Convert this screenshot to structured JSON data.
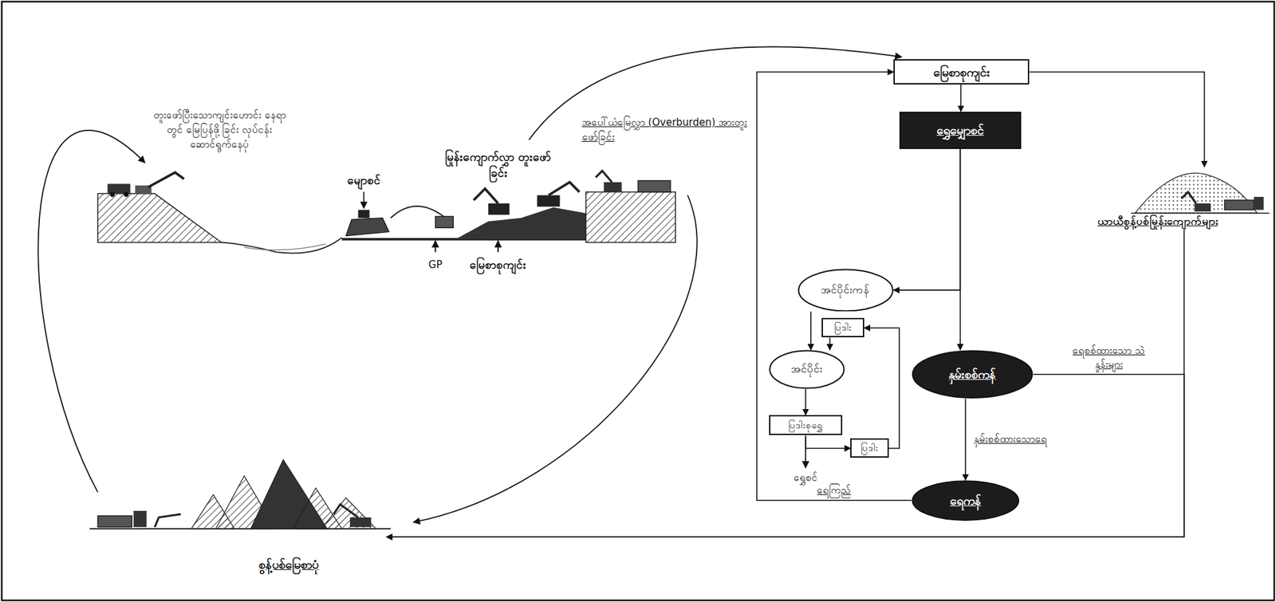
{
  "diagram": {
    "nodes": [
      {
        "text": [
          "မြေစာစုကျင်း"
        ]
      },
      {
        "text": [
          "ရွှေမျှောစင်"
        ]
      },
      {
        "text": [
          "ယာယီစွန့်ပစ်မြုန်းကျောက်များ"
        ]
      },
      {
        "text": [
          "အင်ပိုင်းကန်"
        ]
      },
      {
        "text": [
          "ပြဒါး"
        ]
      },
      {
        "text": [
          "အင်ပိုင်း"
        ]
      },
      {
        "text": [
          "နှမ်းစစ်ကန်"
        ]
      },
      {
        "text": [
          "ပြဒါးစုရွှေ"
        ]
      },
      {
        "text": [
          "ပြဒါး"
        ]
      },
      {
        "text": [
          "ရေကန်"
        ]
      },
      {
        "text": [
          "စွန့်ပစ်မြေစာပုံ"
        ]
      }
    ],
    "edges": [
      {
        "from": 0,
        "to": 1,
        "arrow": "to"
      },
      {
        "from": 0,
        "to": 2,
        "arrow": "to"
      },
      {
        "from": 9,
        "to": 0,
        "label": "ရေကြည်",
        "arrow": "to"
      },
      {
        "from": 1,
        "to": 6,
        "arrow": "to"
      },
      {
        "from": 1,
        "to": 3,
        "arrow": "to"
      },
      {
        "from": 3,
        "to": 5,
        "arrow": "to"
      },
      {
        "from": 4,
        "to": 5,
        "arrow": "to"
      },
      {
        "from": 5,
        "to": 7,
        "arrow": "to"
      },
      {
        "from": 7,
        "to": 8,
        "arrow": "to"
      },
      {
        "from": 8,
        "to": 4,
        "arrow": "to"
      },
      {
        "from": 6,
        "to": 9,
        "label": "နှမ်းစစ်ထားသောရေ",
        "arrow": "to"
      },
      {
        "from": 6,
        "to": 10,
        "label": "ရေစစ်ထားသော သဲနှုန်းများ",
        "arrow": "to"
      },
      {
        "from": 2,
        "to": 10,
        "arrow": "to"
      }
    ],
    "labels": [
      "တူးဖော်ပြီးသောကျင်းဟောင်း နေရာတွင် မြေပြန်ဖို့ခြင်း လုပ်ငန်းဆောင်ရွက်နေပုံ",
      "မျောစင်",
      "မြုန်းကျောက်လွှာ တူးဖော်ခြင်း",
      "အပေါ်ယံမြေလွှာ (Overburden) အားတူးဖော်ခြင်း",
      "GP",
      "မြေစာစုကျင်း",
      "ရွှေစင်"
    ]
  }
}
